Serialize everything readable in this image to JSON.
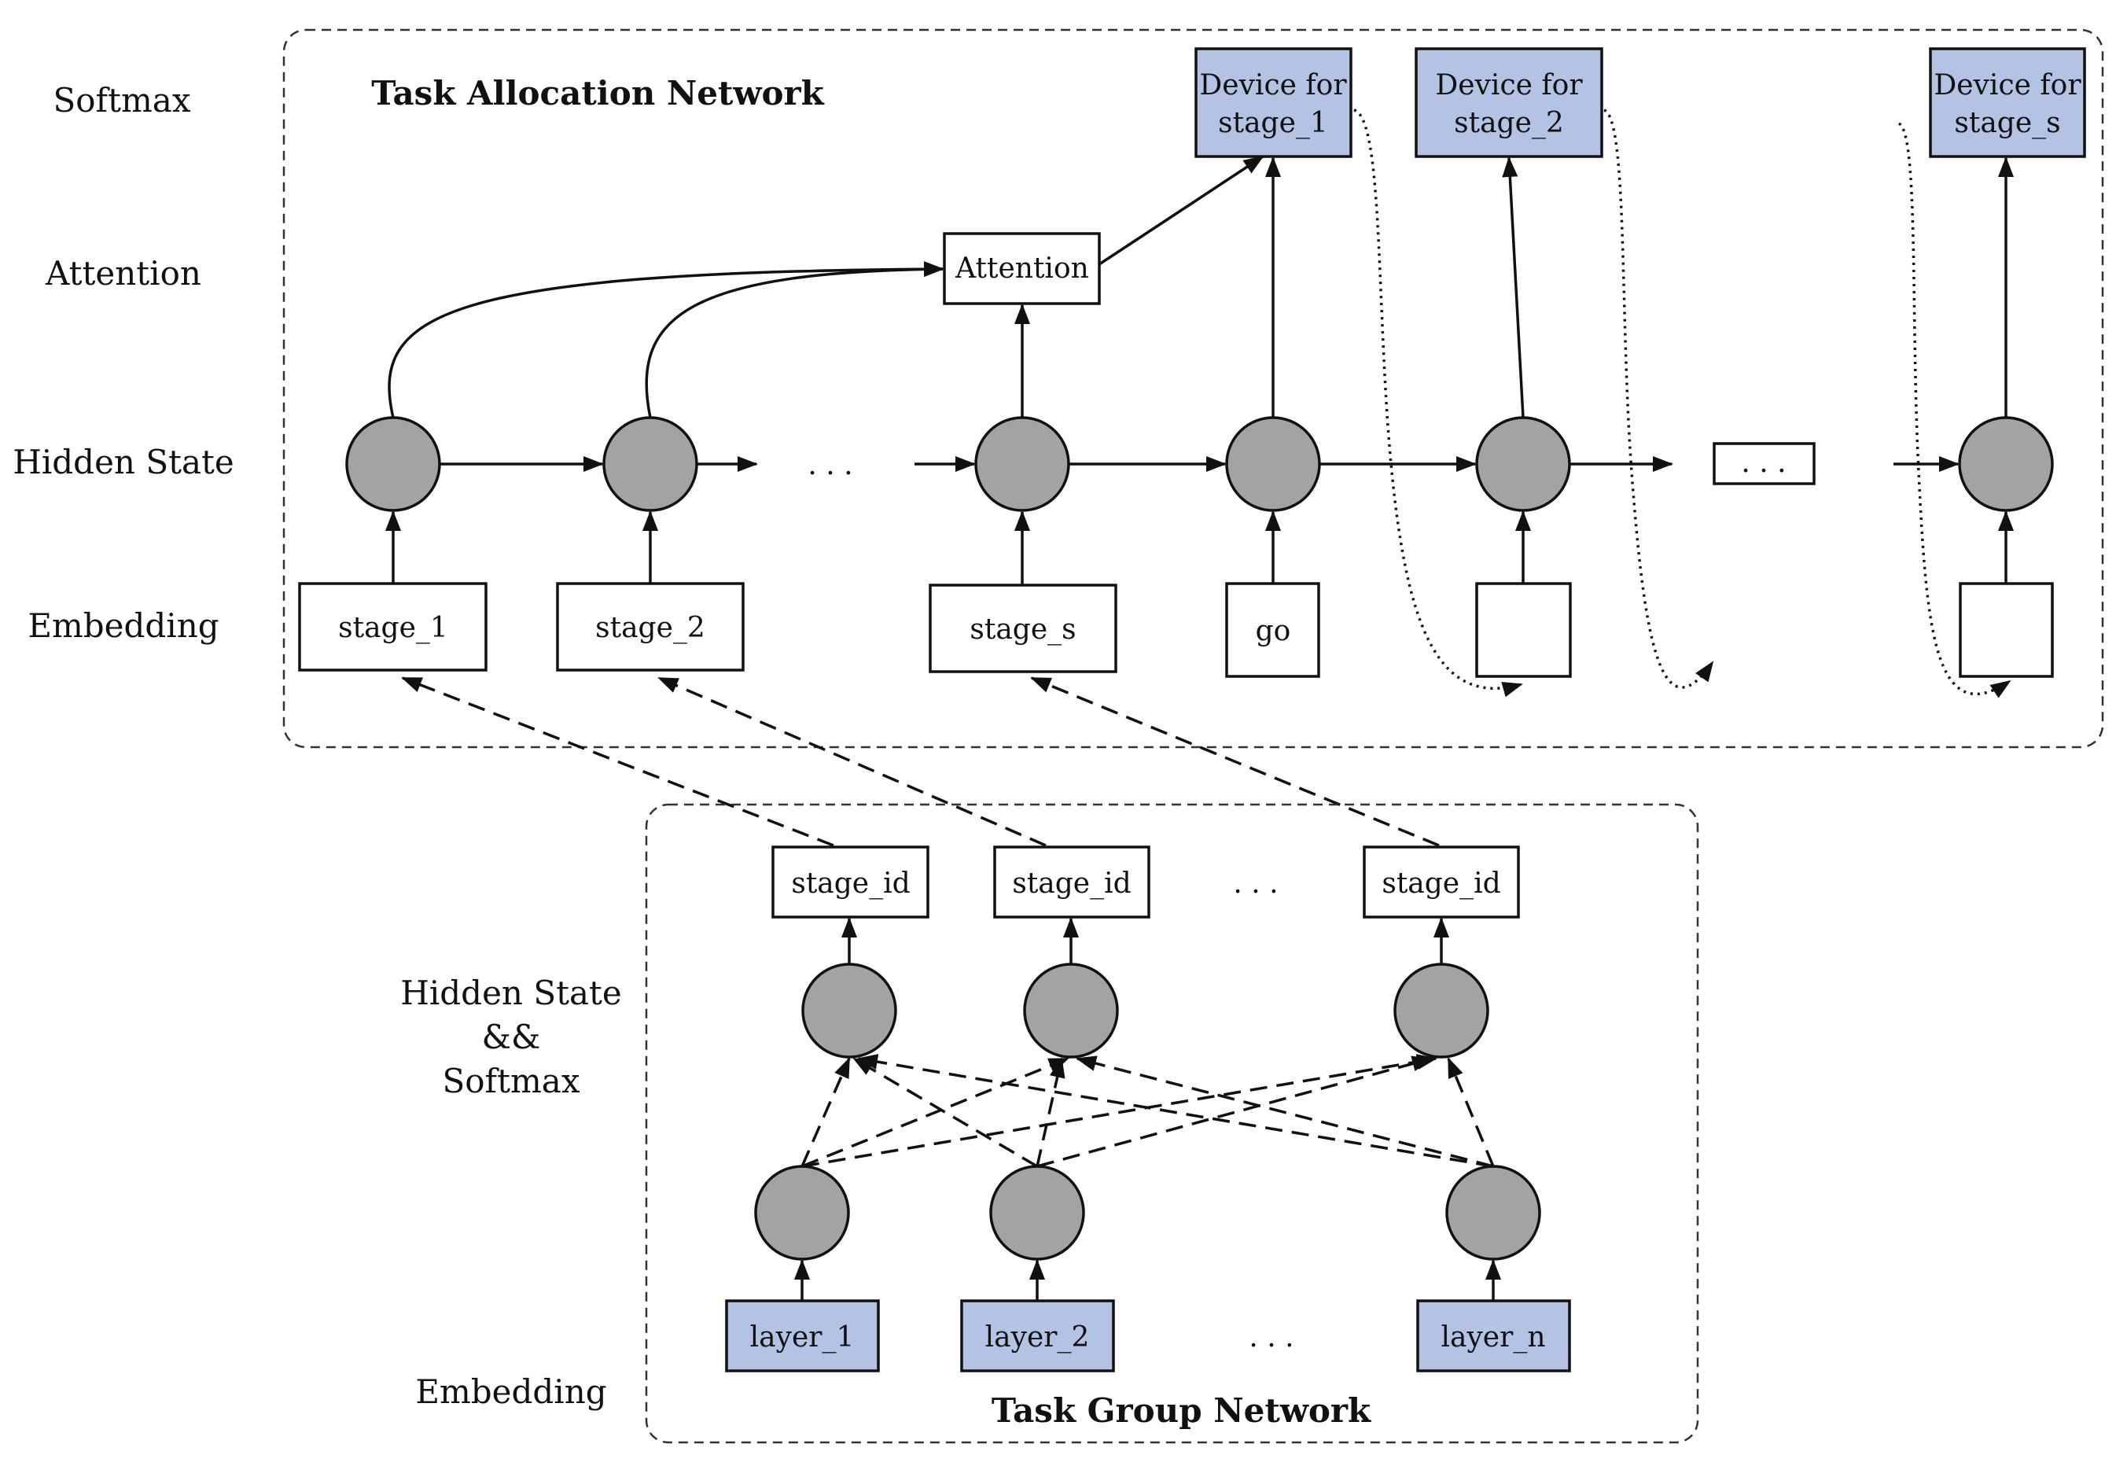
{
  "row_labels": {
    "softmax": "Softmax",
    "attention": "Attention",
    "hidden_state": "Hidden State",
    "embedding_top": "Embedding",
    "hs_line1": "Hidden State",
    "hs_line2": "&&",
    "hs_line3": "Softmax",
    "embedding_bottom": "Embedding"
  },
  "task_allocation": {
    "title": "Task Allocation Network",
    "attention_label": "Attention",
    "devices": [
      {
        "line1": "Device for",
        "line2": "stage_1"
      },
      {
        "line1": "Device for",
        "line2": "stage_2"
      },
      {
        "line1": "Device for",
        "line2": "stage_s"
      }
    ],
    "embeddings": [
      "stage_1",
      "stage_2",
      "stage_s",
      "go"
    ],
    "ellipsis": ". . .",
    "ellipsis_box": ". . ."
  },
  "task_group": {
    "title": "Task Group Network",
    "outputs": [
      "stage_id",
      "stage_id",
      "stage_id"
    ],
    "inputs": [
      "layer_1",
      "layer_2",
      "layer_n"
    ],
    "ellipsis_top": ". . .",
    "ellipsis_bottom": ". . ."
  },
  "colors": {
    "node_fill": "#a3a3a3",
    "highlight_fill": "#b4c3e3",
    "stroke": "#111111"
  }
}
